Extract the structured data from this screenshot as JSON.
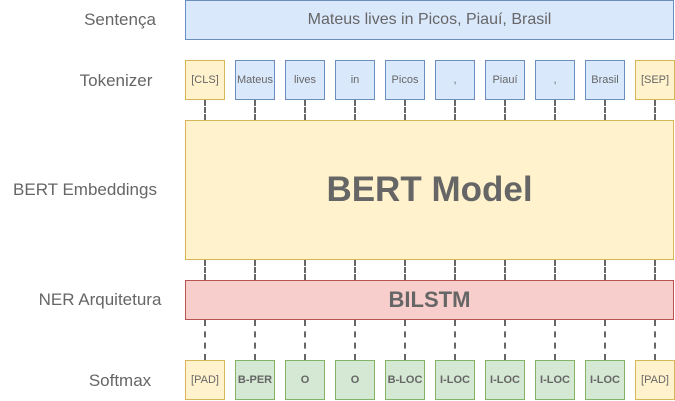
{
  "row_labels": {
    "sentence": "Sentença",
    "tokenizer": "Tokenizer",
    "embeddings": "BERT Embeddings",
    "ner": "NER Arquitetura",
    "softmax": "Softmax"
  },
  "sentence_text": "Mateus lives in Picos, Piauí, Brasil",
  "tokens": [
    "[CLS]",
    "Mateus",
    "lives",
    "in",
    "Picos",
    ",",
    "Piauí",
    ",",
    "Brasil",
    "[SEP]"
  ],
  "bert_label": "BERT Model",
  "bilstm_label": "BILSTM",
  "outputs": [
    "[PAD]",
    "B-PER",
    "O",
    "O",
    "B-LOC",
    "I-LOC",
    "I-LOC",
    "I-LOC",
    "I-LOC",
    "[PAD]"
  ],
  "colors": {
    "blue_fill": "#dae8fc",
    "blue_stroke": "#6c8ebf",
    "yellow_fill": "#fff2cc",
    "yellow_stroke": "#d6b656",
    "red_fill": "#f8cecc",
    "red_stroke": "#b85450",
    "green_fill": "#d5e8d4",
    "green_stroke": "#82b366",
    "text": "#666666"
  }
}
